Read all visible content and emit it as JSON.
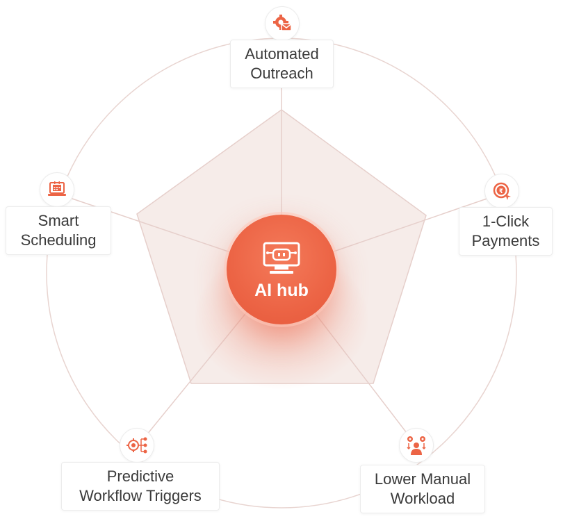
{
  "hub": {
    "label": "AI hub",
    "icon": "robot-monitor-icon"
  },
  "nodes": [
    {
      "id": "outreach",
      "lines": [
        "Automated",
        "Outreach"
      ],
      "icon": "gear-mail-icon"
    },
    {
      "id": "payments",
      "lines": [
        "1-Click",
        "Payments"
      ],
      "icon": "rupee-coin-click-icon"
    },
    {
      "id": "workload",
      "lines": [
        "Lower Manual",
        "Workload"
      ],
      "icon": "person-gears-icon"
    },
    {
      "id": "triggers",
      "lines": [
        "Predictive",
        "Workflow Triggers"
      ],
      "icon": "gear-flow-icon"
    },
    {
      "id": "scheduling",
      "lines": [
        "Smart",
        "Scheduling"
      ],
      "icon": "laptop-calendar-icon"
    }
  ],
  "colors": {
    "accent": "#ec6445",
    "line": "#e6cfcb",
    "fill": "#f6ece9",
    "text": "#3a3a3a"
  }
}
